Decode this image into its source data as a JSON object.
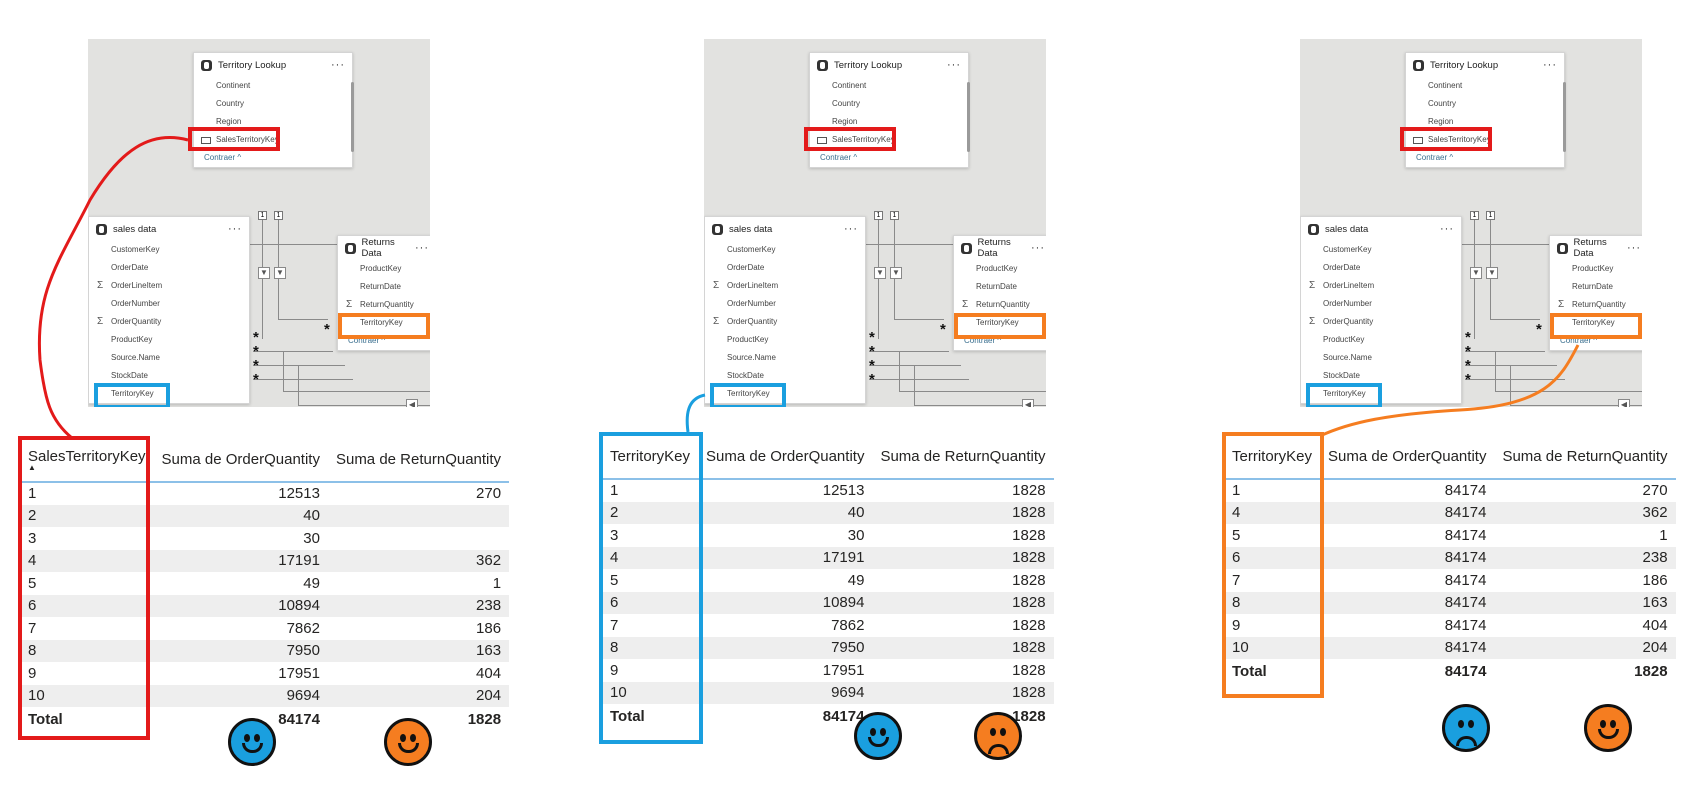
{
  "diagram": {
    "territory_lookup": {
      "title": "Territory Lookup",
      "fields": [
        "Continent",
        "Country",
        "Region",
        "SalesTerritoryKey"
      ],
      "collapse_label": "Contraer ^"
    },
    "sales_data": {
      "title": "sales data",
      "fields": [
        "CustomerKey",
        "OrderDate",
        "OrderLineItem",
        "OrderNumber",
        "OrderQuantity",
        "ProductKey",
        "Source.Name",
        "StockDate",
        "TerritoryKey"
      ]
    },
    "returns_data": {
      "title": "Returns Data",
      "fields": [
        "ProductKey",
        "ReturnDate",
        "ReturnQuantity",
        "TerritoryKey"
      ],
      "collapse_label": "Contraer ^"
    },
    "more_icon": "···",
    "one_label": "1",
    "many_label": "*",
    "arrow_glyph": "◀",
    "down_glyph": "▼"
  },
  "tables": [
    {
      "headers": [
        "SalesTerritoryKey",
        "Suma de OrderQuantity",
        "Suma de ReturnQuantity"
      ],
      "rows": [
        [
          "1",
          "12513",
          "270"
        ],
        [
          "2",
          "40",
          ""
        ],
        [
          "3",
          "30",
          ""
        ],
        [
          "4",
          "17191",
          "362"
        ],
        [
          "5",
          "49",
          "1"
        ],
        [
          "6",
          "10894",
          "238"
        ],
        [
          "7",
          "7862",
          "186"
        ],
        [
          "8",
          "7950",
          "163"
        ],
        [
          "9",
          "17951",
          "404"
        ],
        [
          "10",
          "9694",
          "204"
        ]
      ],
      "total": [
        "Total",
        "84174",
        "1828"
      ],
      "faces": [
        "happy",
        "happy"
      ]
    },
    {
      "headers": [
        "TerritoryKey",
        "Suma de OrderQuantity",
        "Suma de ReturnQuantity"
      ],
      "rows": [
        [
          "1",
          "12513",
          "1828"
        ],
        [
          "2",
          "40",
          "1828"
        ],
        [
          "3",
          "30",
          "1828"
        ],
        [
          "4",
          "17191",
          "1828"
        ],
        [
          "5",
          "49",
          "1828"
        ],
        [
          "6",
          "10894",
          "1828"
        ],
        [
          "7",
          "7862",
          "1828"
        ],
        [
          "8",
          "7950",
          "1828"
        ],
        [
          "9",
          "17951",
          "1828"
        ],
        [
          "10",
          "9694",
          "1828"
        ]
      ],
      "total": [
        "Total",
        "84174",
        "1828"
      ],
      "faces": [
        "happy",
        "sad"
      ]
    },
    {
      "headers": [
        "TerritoryKey",
        "Suma de OrderQuantity",
        "Suma de ReturnQuantity"
      ],
      "rows": [
        [
          "1",
          "84174",
          "270"
        ],
        [
          "4",
          "84174",
          "362"
        ],
        [
          "5",
          "84174",
          "1"
        ],
        [
          "6",
          "84174",
          "238"
        ],
        [
          "7",
          "84174",
          "186"
        ],
        [
          "8",
          "84174",
          "163"
        ],
        [
          "9",
          "84174",
          "404"
        ],
        [
          "10",
          "84174",
          "204"
        ]
      ],
      "total": [
        "Total",
        "84174",
        "1828"
      ],
      "faces": [
        "sad",
        "happy"
      ]
    }
  ],
  "colors": {
    "red": "#e31a1a",
    "blue": "#1a9fdf",
    "orange": "#f57d20"
  }
}
